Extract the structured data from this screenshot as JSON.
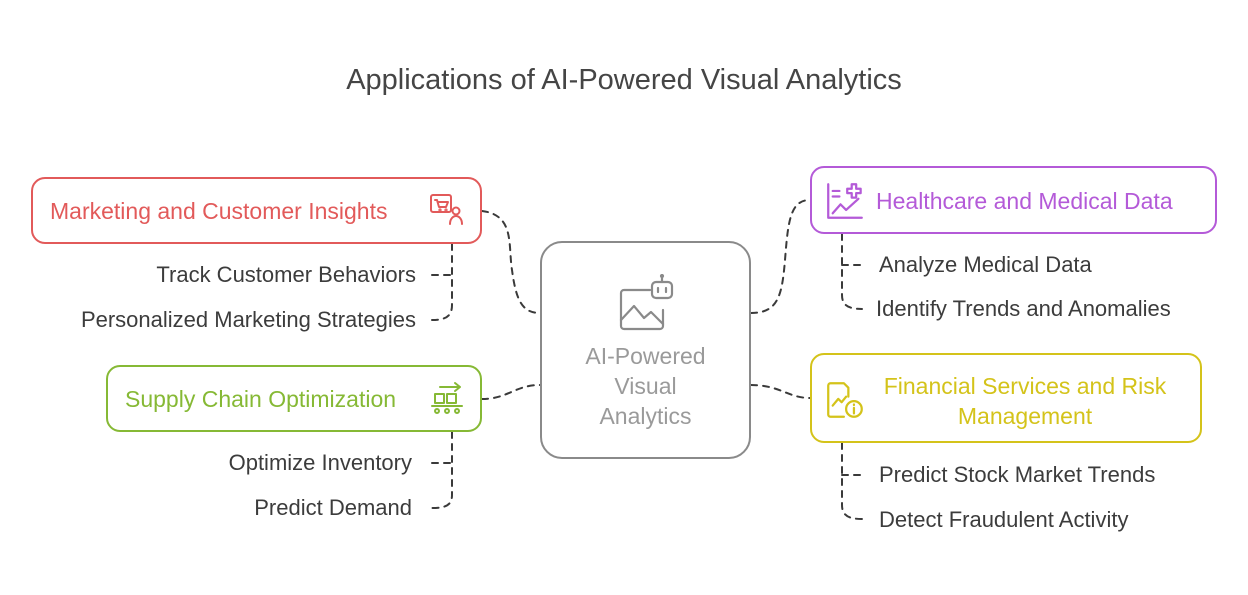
{
  "title": "Applications of AI-Powered Visual Analytics",
  "center": {
    "label_line1": "AI-Powered",
    "label_line2": "Visual",
    "label_line3": "Analytics",
    "icon": "image-bot-icon",
    "border_color": "#8a8a8a"
  },
  "branches": {
    "marketing": {
      "label": "Marketing and Customer Insights",
      "color": "#e25a5a",
      "icon": "shopping-cart-user-icon",
      "items": [
        "Track Customer Behaviors",
        "Personalized Marketing Strategies"
      ]
    },
    "supply": {
      "label": "Supply Chain Optimization",
      "color": "#86b935",
      "icon": "conveyor-belt-icon",
      "items": [
        "Optimize Inventory",
        "Predict Demand"
      ]
    },
    "healthcare": {
      "label": "Healthcare and Medical Data",
      "color": "#b45ad8",
      "icon": "medical-chart-icon",
      "items": [
        "Analyze Medical Data",
        "Identify Trends and Anomalies"
      ]
    },
    "financial": {
      "label_line1": "Financial Services and Risk",
      "label_line2": "Management",
      "color": "#d4c31a",
      "icon": "financial-report-icon",
      "items": [
        "Predict Stock Market Trends",
        "Detect Fraudulent Activity"
      ]
    }
  },
  "connector_color": "#3a3a3a"
}
